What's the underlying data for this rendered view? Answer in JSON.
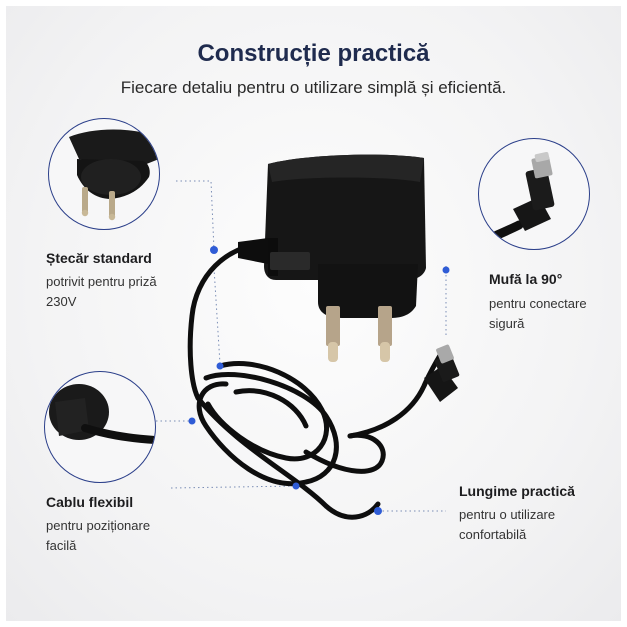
{
  "header": {
    "title": "Construcție practică",
    "subtitle": "Fiecare detaliu pentru o utilizare simplă și eficientă."
  },
  "features": {
    "plug": {
      "title": "Ștecăr standard",
      "desc": [
        "potrivit pentru priză",
        "230V"
      ]
    },
    "connector": {
      "title": "Mufă la 90°",
      "desc": [
        "pentru conectare",
        "sigură"
      ]
    },
    "cable": {
      "title": "Cablu flexibil",
      "desc": [
        "pentru poziționare",
        "facilă"
      ]
    },
    "length": {
      "title": "Lungime practică",
      "desc": [
        "pentru o utilizare",
        "confortabilă"
      ]
    }
  },
  "colors": {
    "accent": "#2f5cd6",
    "title": "#1f2b4e",
    "circle_border": "#2b3f8a",
    "device": "#141414"
  }
}
